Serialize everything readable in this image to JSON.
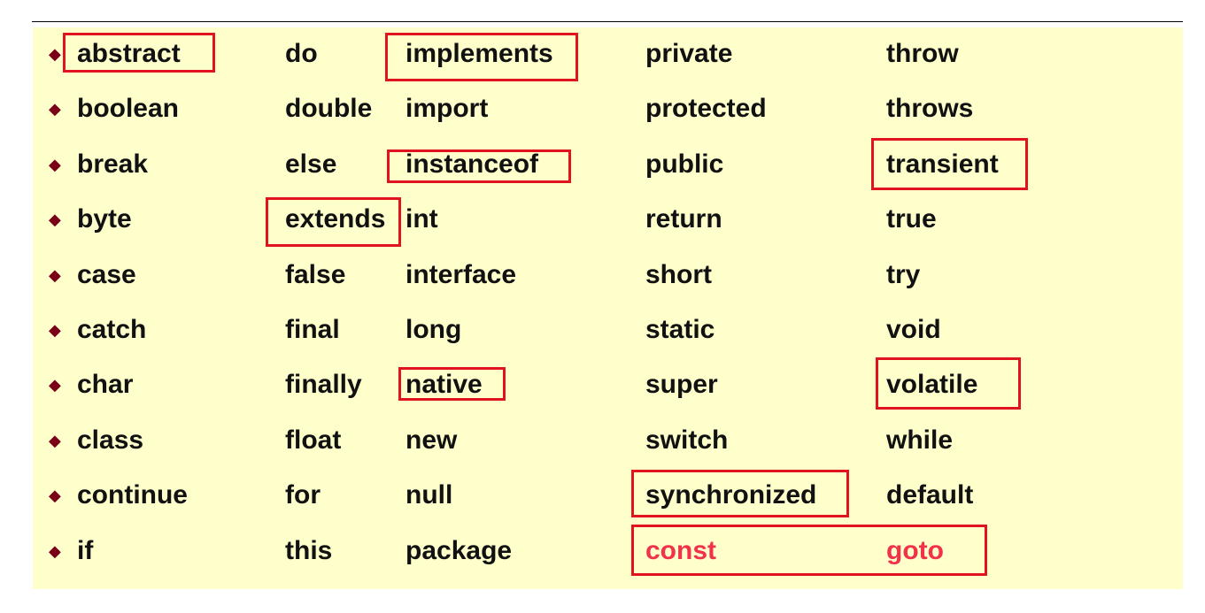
{
  "columns": [
    [
      "abstract",
      "boolean",
      "break",
      "byte",
      "case",
      "catch",
      "char",
      "class",
      "continue",
      "if"
    ],
    [
      "do",
      "double",
      "else",
      "extends",
      "false",
      "final",
      "finally",
      "float",
      "for",
      "this"
    ],
    [
      "implements",
      "import",
      "instanceof",
      "int",
      "interface",
      "long",
      "native",
      "new",
      "null",
      "package"
    ],
    [
      "private",
      "protected",
      "public",
      "return",
      "short",
      "static",
      "super",
      "switch",
      "synchronized",
      "const"
    ],
    [
      "throw",
      "throws",
      "transient",
      "true",
      "try",
      "void",
      "volatile",
      "while",
      "default",
      "goto"
    ]
  ],
  "bullet_icon": "diamond-bullet-icon",
  "colors": {
    "background": "#ffffcc",
    "text": "#111111",
    "bullet": "#7a0018",
    "highlight_box": "#e0141e",
    "reserved_text": "#f0324b"
  },
  "highlighted": [
    "abstract",
    "implements",
    "instanceof",
    "extends",
    "transient",
    "native",
    "volatile",
    "synchronized",
    "const",
    "goto"
  ],
  "reserved_unused": [
    "const",
    "goto"
  ]
}
